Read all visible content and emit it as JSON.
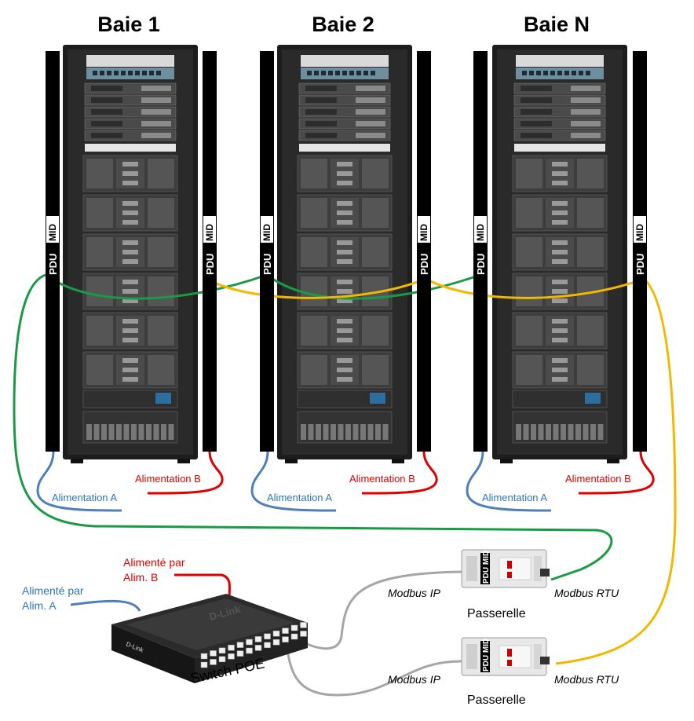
{
  "colors": {
    "cable_green": "#1a9a46",
    "cable_yellow": "#f2b800",
    "cable_blue": "#4f7fbf",
    "cable_red": "#e00000",
    "cable_gray": "#a6a6a6",
    "rack_body": "#1d1d1d",
    "text_blue": "#2e75b6",
    "text_red": "#e00000"
  },
  "racks": [
    {
      "title": "Baie 1",
      "feed_a": "Alimentation A",
      "feed_b": "Alimentation B"
    },
    {
      "title": "Baie 2",
      "feed_a": "Alimentation A",
      "feed_b": "Alimentation B"
    },
    {
      "title": "Baie N",
      "feed_a": "Alimentation A",
      "feed_b": "Alimentation B"
    }
  ],
  "pdu": {
    "label_left": "PDU",
    "label_right": "MID"
  },
  "switch": {
    "label": "Switch POE",
    "brand": "D-Link",
    "power_a": [
      "Alimenté  par",
      "Alim. A"
    ],
    "power_b": [
      "Alimenté  par",
      "Alim. B"
    ]
  },
  "gateways": [
    {
      "label": "Passerelle",
      "left_port": "Modbus   IP",
      "right_port": "Modbus   RTU"
    },
    {
      "label": "Passerelle",
      "left_port": "Modbus   IP",
      "right_port": "Modbus   RTU"
    }
  ]
}
